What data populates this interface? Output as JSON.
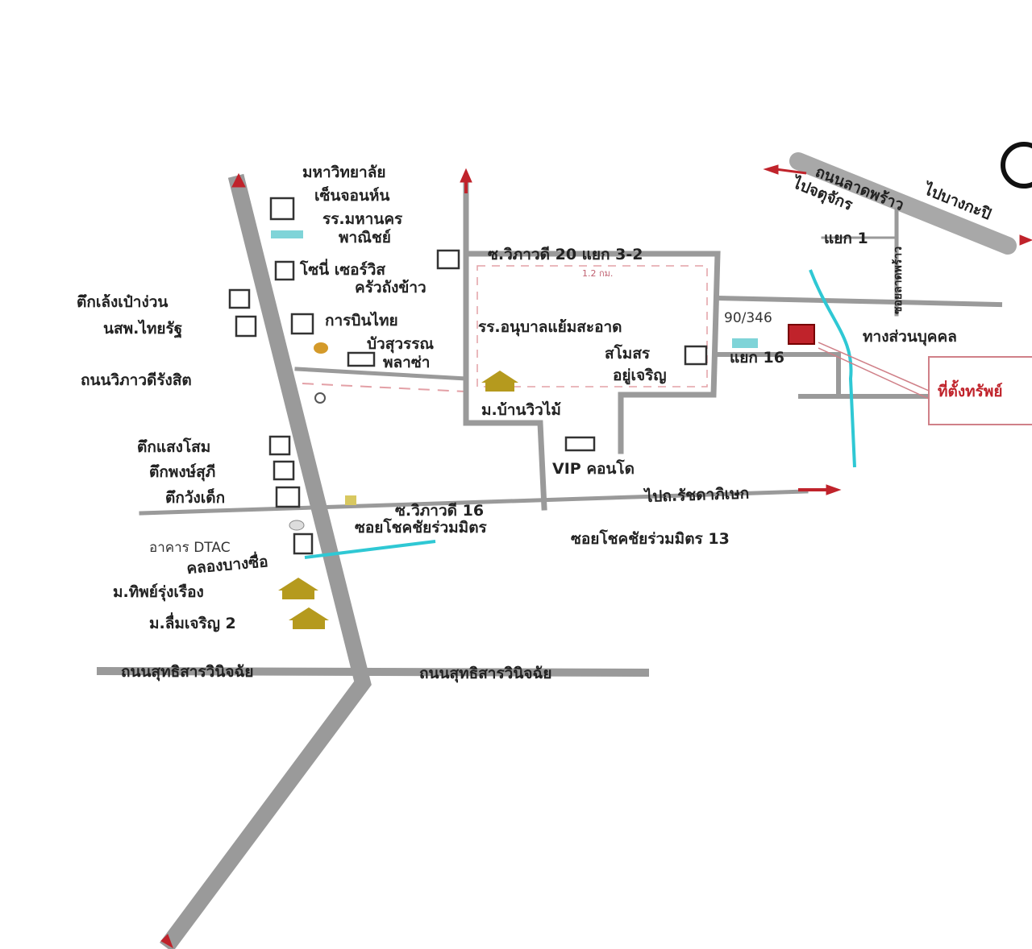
{
  "colors": {
    "road": "#9a9a9a",
    "canal": "#2fc8d4",
    "arrow": "#c0232b",
    "property": "#c0232b",
    "house": "#b59a1e"
  },
  "roads": {
    "vibhavadi_rangsit": "ถนนวิภาวดีรังสิต",
    "suthisan_left": "ถนนสุทธิสารวินิจฉัย",
    "suthisan_right": "ถนนสุทธิสารวินิจฉัย",
    "soi_vibhavadi_20": "ซ.วิภาวดี 20 แยก 3-2",
    "distance": "1.2 กม.",
    "soi_vibhavadi_16": "ซ.วิภาวดี 16",
    "soi_chokchai_left": "ซอยโชคชัยร่วมมิตร",
    "soi_chokchai_13": "ซอยโชคชัยร่วมมิตร 13",
    "to_ratchada": "ไปถ.รัชดาภิเษก",
    "lat_phrao": "ถนนลาดพร้าว",
    "to_chatuchak": "ไปจตุจักร",
    "to_bangkapi": "ไปบางกะปิ",
    "yaek_1": "แยก 1",
    "yaek_16": "แยก 16",
    "soi_lat_phrao": "ซอยลาดพร้าว",
    "canal": "คลองบางซื่อ",
    "private_road": "ทางส่วนบุคคล"
  },
  "places": {
    "university": [
      "มหาวิทยาลัย",
      "เซ็นจอนห์น"
    ],
    "school_mahanakorn": [
      "รร.มหานคร",
      "พาณิชย์"
    ],
    "sony": [
      "โซนี่ เซอร์วิส",
      "ครัวถังข้าว"
    ],
    "tuk_leng": "ตึกเล้งเป๋าง่วน",
    "thairath": "นสพ.ไทยรัฐ",
    "thai_airways": "การบินไทย",
    "bua_suwan": [
      "บัวสุวรรณ",
      "พลาซ่า"
    ],
    "anuban_school": "รร.อนุบาลแย้มสะอาด",
    "samosorn": [
      "สโมสร",
      "อยู่เจริญ"
    ],
    "ban_wiwmai": "ม.บ้านวิวไม้",
    "vip_condo": "VIP คอนโด",
    "tuk_saengsom": "ตึกแสงโสม",
    "tuk_phongsuphi": "ตึกพงษ์สุภี",
    "tuk_wangdek": "ตึกวังเด็ก",
    "dtac": "อาคาร DTAC",
    "thip_rungruang": "ม.ทิพย์รุ่งเรือง",
    "luemcharoen": "ม.ลื่มเจริญ 2",
    "address": "90/346",
    "property_location": "ที่ตั้งทรัพย์"
  }
}
